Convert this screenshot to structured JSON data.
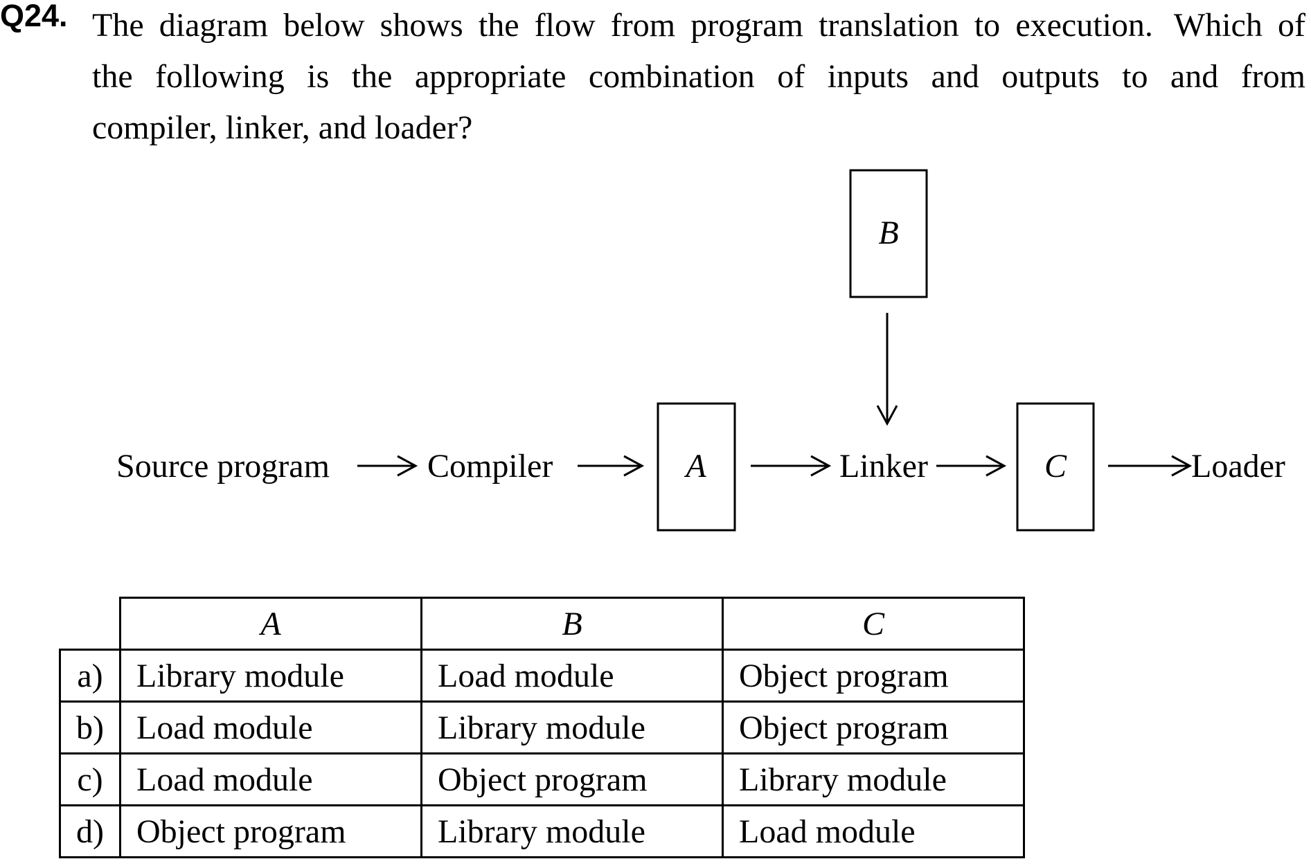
{
  "question": {
    "number": "Q24.",
    "lines": [
      "The diagram below shows the flow from program translation to execution.",
      "Which of",
      "the following is the appropriate combination of inputs and outputs to and from",
      "compiler, linker, and loader?"
    ]
  },
  "diagram": {
    "source_label": "Source program",
    "compiler_label": "Compiler",
    "box_a_label": "A",
    "linker_label": "Linker",
    "box_b_label": "B",
    "box_c_label": "C",
    "loader_label": "Loader"
  },
  "table": {
    "headers": [
      "A",
      "B",
      "C"
    ],
    "rows": [
      {
        "option": "a)",
        "cells": [
          "Library module",
          "Load module",
          "Object program"
        ]
      },
      {
        "option": "b)",
        "cells": [
          "Load module",
          "Library module",
          "Object program"
        ]
      },
      {
        "option": "c)",
        "cells": [
          "Load module",
          "Object program",
          "Library module"
        ]
      },
      {
        "option": "d)",
        "cells": [
          "Object program",
          "Library module",
          "Load module"
        ]
      }
    ]
  }
}
